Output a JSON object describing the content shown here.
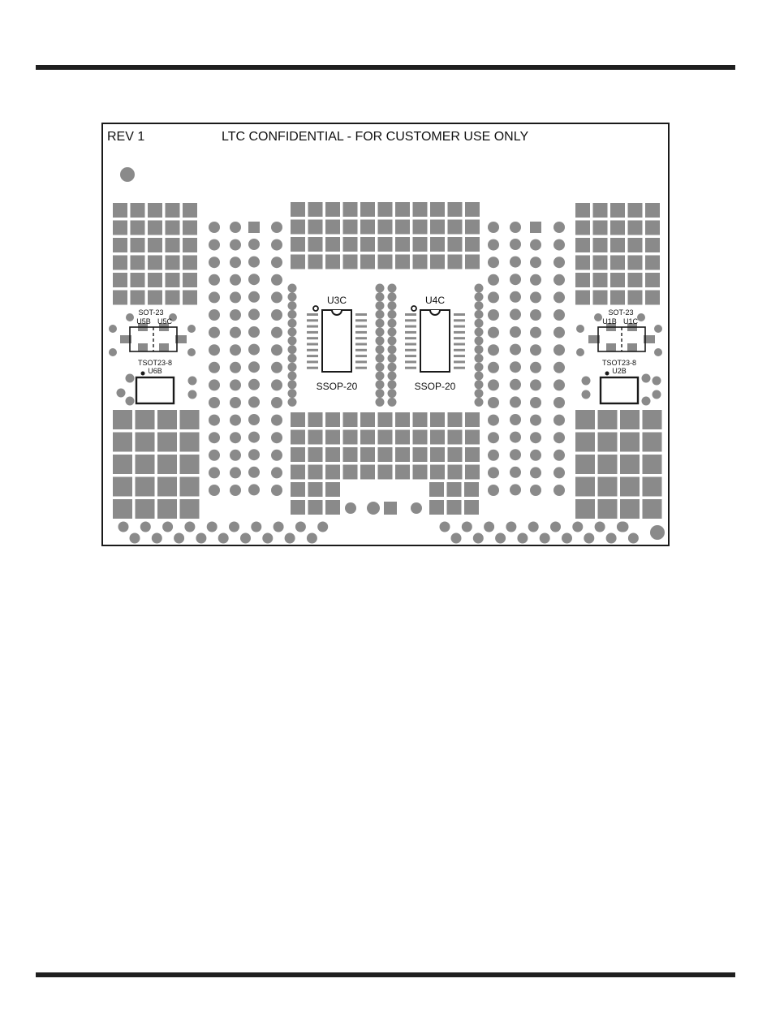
{
  "board": {
    "revision": "REV 1",
    "banner": "LTC CONFIDENTIAL - FOR CUSTOMER USE ONLY",
    "colors": {
      "pad": "#8a8a8a",
      "outline": "#1a1a1a",
      "rule": "#1f1f1f"
    }
  },
  "parts": {
    "sot23_left": {
      "package": "SOT-23",
      "ref_a": "U5B",
      "ref_b": "U5C"
    },
    "tsot_left": {
      "package": "TSOT23-8",
      "ref": "U6B"
    },
    "ssop_left": {
      "ref": "U3C",
      "package": "SSOP-20"
    },
    "ssop_right": {
      "ref": "U4C",
      "package": "SSOP-20"
    },
    "sot23_right": {
      "package": "SOT-23",
      "ref_a": "U1B",
      "ref_b": "U1C"
    },
    "tsot_right": {
      "package": "TSOT23-8",
      "ref": "U2B"
    }
  }
}
